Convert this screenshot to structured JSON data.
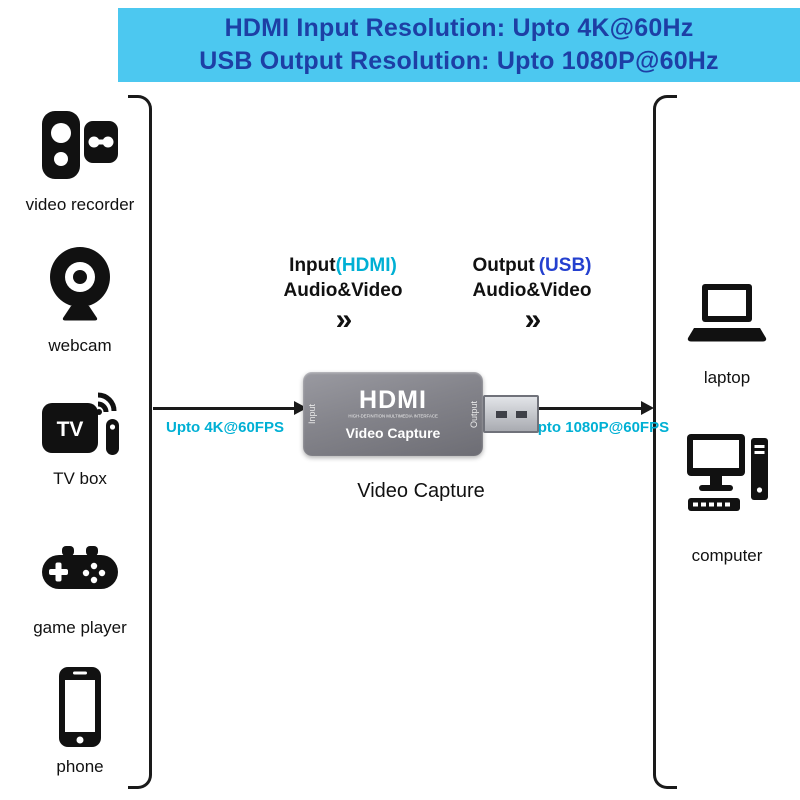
{
  "banner": {
    "line1": "HDMI Input Resolution: Upto 4K@60Hz",
    "line2": "USB Output Resolution: Upto 1080P@60Hz",
    "bg_color": "#4cc8f0",
    "text_color": "#1d3fa5"
  },
  "sources": [
    {
      "label": "video recorder",
      "icon": "camcorder-icon"
    },
    {
      "label": "webcam",
      "icon": "webcam-icon"
    },
    {
      "label": "TV box",
      "icon": "tv-box-icon"
    },
    {
      "label": "game player",
      "icon": "gamepad-icon"
    },
    {
      "label": "phone",
      "icon": "smartphone-icon"
    }
  ],
  "outputs": [
    {
      "label": "laptop",
      "icon": "laptop-icon"
    },
    {
      "label": "computer",
      "icon": "desktop-computer-icon"
    }
  ],
  "flow": {
    "input_title": "Input",
    "input_tag": "(HDMI)",
    "input_sub": "Audio&Video",
    "input_chevrons": "»",
    "output_title": "Output",
    "output_tag": "(USB)",
    "output_sub": "Audio&Video",
    "output_chevrons": "»",
    "input_rate": "Upto 4K@60FPS",
    "output_rate": "Upto 1080P@60FPS",
    "hdmi_tag_color": "#00b0d4",
    "usb_tag_color": "#2440cf",
    "rate_color": "#00b0d4"
  },
  "device": {
    "logo": "HDMI",
    "logo_subtitle": "HIGH-DEFINITION MULTIMEDIA INTERFACE",
    "name": "Video Capture",
    "left_port_label": "Input",
    "right_port_label": "Output",
    "caption": "Video Capture",
    "body_color": "#84848b"
  }
}
